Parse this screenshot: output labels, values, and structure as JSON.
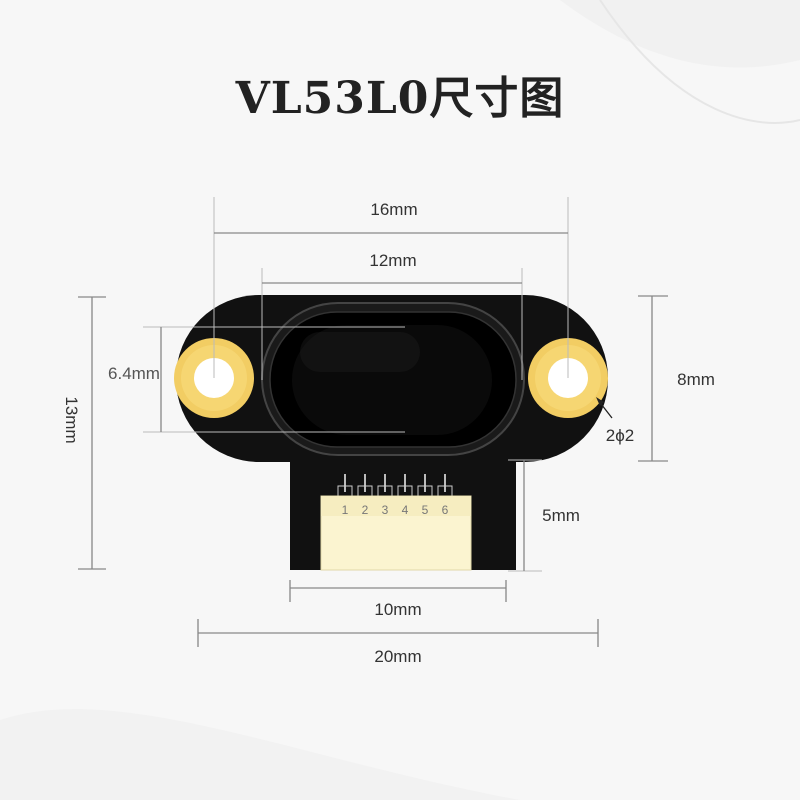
{
  "title": "VL53L0尺寸图",
  "dimensions": {
    "outer_width": "16mm",
    "sensor_width": "12mm",
    "height": "13mm",
    "hole_spacing": "6.4mm",
    "tab_height": "8mm",
    "hole_diameter": "2ϕ2",
    "connector_height": "5mm",
    "connector_width": "10mm",
    "total_width": "20mm"
  },
  "pins": [
    "1",
    "2",
    "3",
    "4",
    "5",
    "6"
  ],
  "colors": {
    "board": "#111111",
    "pad": "#f2cd63",
    "connector": "#fbf4d0",
    "dim_line": "#888888",
    "title": "#222222"
  }
}
